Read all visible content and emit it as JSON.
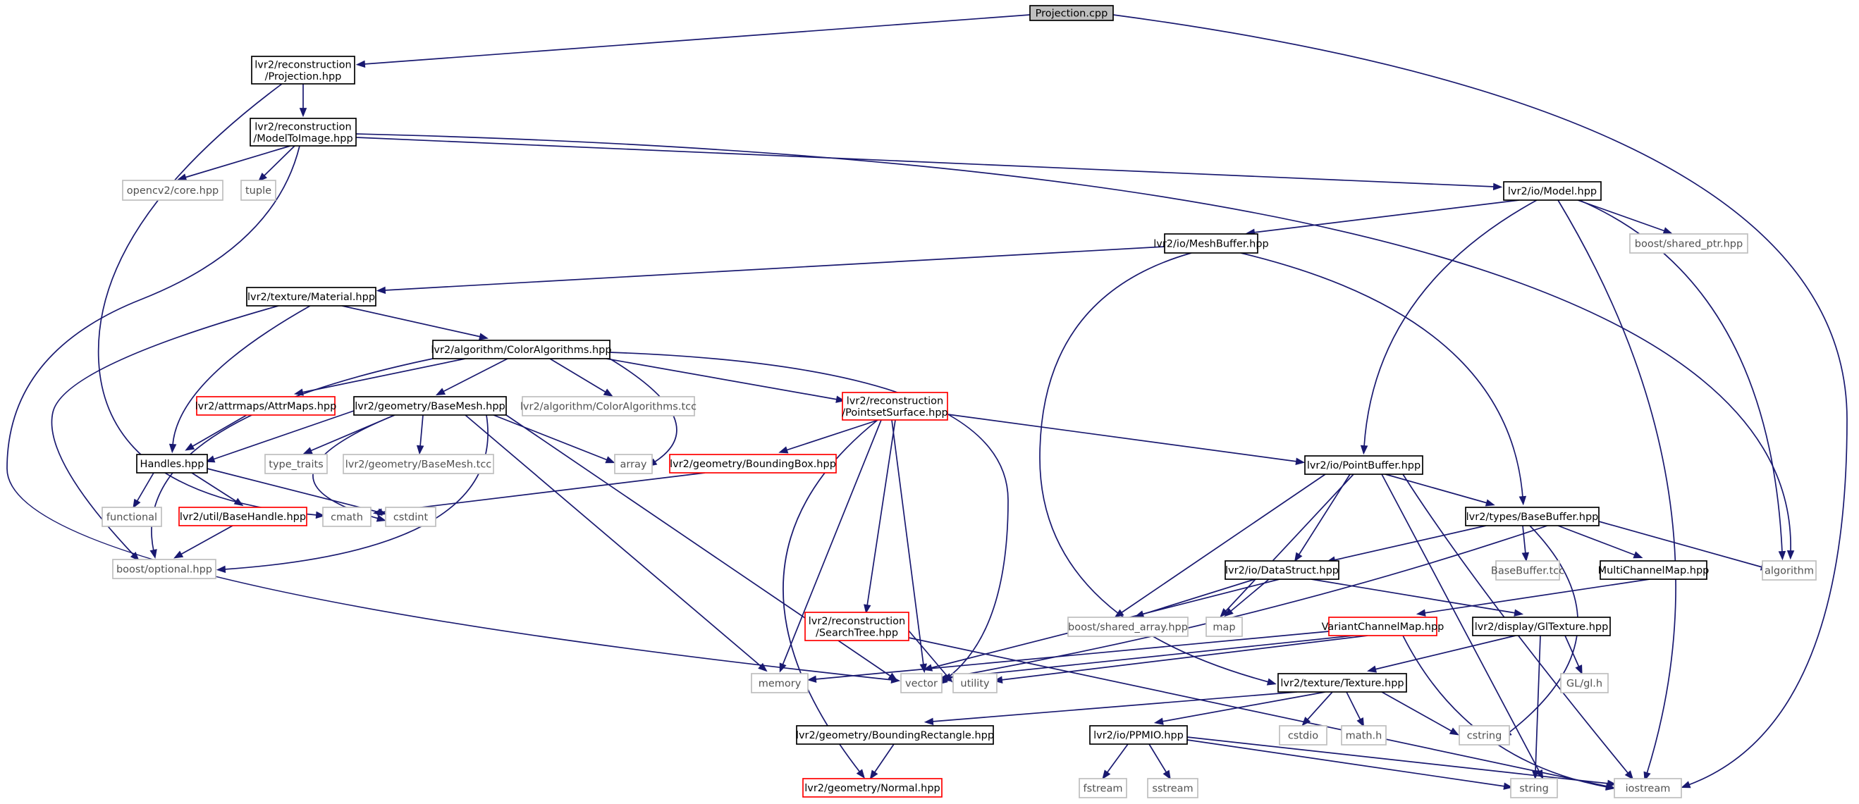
{
  "graph": {
    "nodes": [
      {
        "id": "n_projcpp",
        "kind": "root",
        "lines": [
          "Projection.cpp"
        ]
      },
      {
        "id": "n_projhpp",
        "kind": "std",
        "lines": [
          "lvr2/reconstruction",
          "/Projection.hpp"
        ]
      },
      {
        "id": "n_model2img",
        "kind": "std",
        "lines": [
          "lvr2/reconstruction",
          "/ModelToImage.hpp"
        ]
      },
      {
        "id": "n_opencv",
        "kind": "ext",
        "lines": [
          "opencv2/core.hpp"
        ]
      },
      {
        "id": "n_tuple",
        "kind": "ext",
        "lines": [
          "tuple"
        ]
      },
      {
        "id": "n_model",
        "kind": "std",
        "lines": [
          "lvr2/io/Model.hpp"
        ]
      },
      {
        "id": "n_shared_ptr",
        "kind": "ext",
        "lines": [
          "boost/shared_ptr.hpp"
        ]
      },
      {
        "id": "n_meshbuffer",
        "kind": "std",
        "lines": [
          "lvr2/io/MeshBuffer.hpp"
        ]
      },
      {
        "id": "n_material",
        "kind": "std",
        "lines": [
          "lvr2/texture/Material.hpp"
        ]
      },
      {
        "id": "n_coloralg",
        "kind": "std",
        "lines": [
          "lvr2/algorithm/ColorAlgorithms.hpp"
        ]
      },
      {
        "id": "n_attrmaps",
        "kind": "trunc",
        "lines": [
          "lvr2/attrmaps/AttrMaps.hpp"
        ]
      },
      {
        "id": "n_basemesh",
        "kind": "std",
        "lines": [
          "lvr2/geometry/BaseMesh.hpp"
        ]
      },
      {
        "id": "n_coloralg_tcc",
        "kind": "ext",
        "lines": [
          "lvr2/algorithm/ColorAlgorithms.tcc"
        ]
      },
      {
        "id": "n_pointset",
        "kind": "trunc",
        "lines": [
          "lvr2/reconstruction",
          "/PointsetSurface.hpp"
        ]
      },
      {
        "id": "n_handles",
        "kind": "std",
        "lines": [
          "Handles.hpp"
        ]
      },
      {
        "id": "n_type_traits",
        "kind": "ext",
        "lines": [
          "type_traits"
        ]
      },
      {
        "id": "n_basemesh_tcc",
        "kind": "ext",
        "lines": [
          "lvr2/geometry/BaseMesh.tcc"
        ]
      },
      {
        "id": "n_array",
        "kind": "ext",
        "lines": [
          "array"
        ]
      },
      {
        "id": "n_bbox",
        "kind": "trunc",
        "lines": [
          "lvr2/geometry/BoundingBox.hpp"
        ]
      },
      {
        "id": "n_pointbuffer",
        "kind": "std",
        "lines": [
          "lvr2/io/PointBuffer.hpp"
        ]
      },
      {
        "id": "n_functional",
        "kind": "ext",
        "lines": [
          "functional"
        ]
      },
      {
        "id": "n_basehandle",
        "kind": "trunc",
        "lines": [
          "lvr2/util/BaseHandle.hpp"
        ]
      },
      {
        "id": "n_cmath",
        "kind": "ext",
        "lines": [
          "cmath"
        ]
      },
      {
        "id": "n_cstdint",
        "kind": "ext",
        "lines": [
          "cstdint"
        ]
      },
      {
        "id": "n_optional",
        "kind": "ext",
        "lines": [
          "boost/optional.hpp"
        ]
      },
      {
        "id": "n_basebuffer",
        "kind": "std",
        "lines": [
          "lvr2/types/BaseBuffer.hpp"
        ]
      },
      {
        "id": "n_datastruct",
        "kind": "std",
        "lines": [
          "lvr2/io/DataStruct.hpp"
        ]
      },
      {
        "id": "n_basebuffer_tcc",
        "kind": "ext",
        "lines": [
          "BaseBuffer.tcc"
        ]
      },
      {
        "id": "n_multichannel",
        "kind": "std",
        "lines": [
          "MultiChannelMap.hpp"
        ]
      },
      {
        "id": "n_algorithm",
        "kind": "ext",
        "lines": [
          "algorithm"
        ]
      },
      {
        "id": "n_shared_array",
        "kind": "ext",
        "lines": [
          "boost/shared_array.hpp"
        ]
      },
      {
        "id": "n_map",
        "kind": "ext",
        "lines": [
          "map"
        ]
      },
      {
        "id": "n_variant",
        "kind": "trunc",
        "lines": [
          "VariantChannelMap.hpp"
        ]
      },
      {
        "id": "n_gltexture",
        "kind": "std",
        "lines": [
          "lvr2/display/GlTexture.hpp"
        ]
      },
      {
        "id": "n_searchtree",
        "kind": "trunc",
        "lines": [
          "lvr2/reconstruction",
          "/SearchTree.hpp"
        ]
      },
      {
        "id": "n_memory",
        "kind": "ext",
        "lines": [
          "memory"
        ]
      },
      {
        "id": "n_vector",
        "kind": "ext",
        "lines": [
          "vector"
        ]
      },
      {
        "id": "n_utility",
        "kind": "ext",
        "lines": [
          "utility"
        ]
      },
      {
        "id": "n_texture",
        "kind": "std",
        "lines": [
          "lvr2/texture/Texture.hpp"
        ]
      },
      {
        "id": "n_gl",
        "kind": "ext",
        "lines": [
          "GL/gl.h"
        ]
      },
      {
        "id": "n_boundrect",
        "kind": "std",
        "lines": [
          "lvr2/geometry/BoundingRectangle.hpp"
        ]
      },
      {
        "id": "n_ppmio",
        "kind": "std",
        "lines": [
          "lvr2/io/PPMIO.hpp"
        ]
      },
      {
        "id": "n_cstdio",
        "kind": "ext",
        "lines": [
          "cstdio"
        ]
      },
      {
        "id": "n_math",
        "kind": "ext",
        "lines": [
          "math.h"
        ]
      },
      {
        "id": "n_cstring",
        "kind": "ext",
        "lines": [
          "cstring"
        ]
      },
      {
        "id": "n_normal",
        "kind": "trunc",
        "lines": [
          "lvr2/geometry/Normal.hpp"
        ]
      },
      {
        "id": "n_fstream",
        "kind": "ext",
        "lines": [
          "fstream"
        ]
      },
      {
        "id": "n_sstream",
        "kind": "ext",
        "lines": [
          "sstream"
        ]
      },
      {
        "id": "n_string",
        "kind": "ext",
        "lines": [
          "string"
        ]
      },
      {
        "id": "n_iostream",
        "kind": "ext",
        "lines": [
          "iostream"
        ]
      }
    ],
    "edges": [
      [
        "n_projcpp",
        "n_projhpp"
      ],
      [
        "n_projcpp",
        "n_iostream"
      ],
      [
        "n_projhpp",
        "n_model2img"
      ],
      [
        "n_projhpp",
        "n_cmath"
      ],
      [
        "n_model2img",
        "n_opencv"
      ],
      [
        "n_model2img",
        "n_tuple"
      ],
      [
        "n_model2img",
        "n_model"
      ],
      [
        "n_model2img",
        "n_algorithm"
      ],
      [
        "n_model2img",
        "n_vector"
      ],
      [
        "n_model",
        "n_meshbuffer"
      ],
      [
        "n_model",
        "n_shared_ptr"
      ],
      [
        "n_model",
        "n_pointbuffer"
      ],
      [
        "n_model",
        "n_algorithm"
      ],
      [
        "n_model",
        "n_iostream"
      ],
      [
        "n_meshbuffer",
        "n_material"
      ],
      [
        "n_meshbuffer",
        "n_basebuffer"
      ],
      [
        "n_meshbuffer",
        "n_texture"
      ],
      [
        "n_material",
        "n_coloralg"
      ],
      [
        "n_material",
        "n_handles"
      ],
      [
        "n_material",
        "n_optional"
      ],
      [
        "n_coloralg",
        "n_attrmaps"
      ],
      [
        "n_coloralg",
        "n_basemesh"
      ],
      [
        "n_coloralg",
        "n_coloralg_tcc"
      ],
      [
        "n_coloralg",
        "n_pointset"
      ],
      [
        "n_coloralg",
        "n_array"
      ],
      [
        "n_coloralg",
        "n_optional"
      ],
      [
        "n_coloralg",
        "n_vector"
      ],
      [
        "n_attrmaps",
        "n_handles"
      ],
      [
        "n_basemesh",
        "n_handles"
      ],
      [
        "n_basemesh",
        "n_type_traits"
      ],
      [
        "n_basemesh",
        "n_basemesh_tcc"
      ],
      [
        "n_basemesh",
        "n_array"
      ],
      [
        "n_basemesh",
        "n_cstdint"
      ],
      [
        "n_basemesh",
        "n_optional"
      ],
      [
        "n_basemesh",
        "n_memory"
      ],
      [
        "n_basemesh",
        "n_vector"
      ],
      [
        "n_pointset",
        "n_bbox"
      ],
      [
        "n_pointset",
        "n_pointbuffer"
      ],
      [
        "n_pointset",
        "n_searchtree"
      ],
      [
        "n_pointset",
        "n_memory"
      ],
      [
        "n_pointset",
        "n_normal"
      ],
      [
        "n_pointset",
        "n_vector"
      ],
      [
        "n_handles",
        "n_functional"
      ],
      [
        "n_handles",
        "n_basehandle"
      ],
      [
        "n_handles",
        "n_cstdint"
      ],
      [
        "n_basehandle",
        "n_optional"
      ],
      [
        "n_bbox",
        "n_cmath"
      ],
      [
        "n_pointbuffer",
        "n_basebuffer"
      ],
      [
        "n_pointbuffer",
        "n_datastruct"
      ],
      [
        "n_pointbuffer",
        "n_shared_array"
      ],
      [
        "n_pointbuffer",
        "n_map"
      ],
      [
        "n_pointbuffer",
        "n_string"
      ],
      [
        "n_pointbuffer",
        "n_iostream"
      ],
      [
        "n_basebuffer",
        "n_datastruct"
      ],
      [
        "n_basebuffer",
        "n_basebuffer_tcc"
      ],
      [
        "n_basebuffer",
        "n_multichannel"
      ],
      [
        "n_basebuffer",
        "n_algorithm"
      ],
      [
        "n_basebuffer",
        "n_vector"
      ],
      [
        "n_basebuffer",
        "n_cstring"
      ],
      [
        "n_datastruct",
        "n_shared_array"
      ],
      [
        "n_datastruct",
        "n_map"
      ],
      [
        "n_datastruct",
        "n_gltexture"
      ],
      [
        "n_datastruct",
        "n_vector"
      ],
      [
        "n_multichannel",
        "n_variant"
      ],
      [
        "n_variant",
        "n_memory"
      ],
      [
        "n_variant",
        "n_vector"
      ],
      [
        "n_variant",
        "n_utility"
      ],
      [
        "n_variant",
        "n_iostream"
      ],
      [
        "n_gltexture",
        "n_texture"
      ],
      [
        "n_gltexture",
        "n_gl"
      ],
      [
        "n_gltexture",
        "n_string"
      ],
      [
        "n_searchtree",
        "n_utility"
      ],
      [
        "n_searchtree",
        "n_iostream"
      ],
      [
        "n_texture",
        "n_boundrect"
      ],
      [
        "n_texture",
        "n_ppmio"
      ],
      [
        "n_texture",
        "n_cstdio"
      ],
      [
        "n_texture",
        "n_math"
      ],
      [
        "n_texture",
        "n_cstring"
      ],
      [
        "n_boundrect",
        "n_normal"
      ],
      [
        "n_ppmio",
        "n_fstream"
      ],
      [
        "n_ppmio",
        "n_sstream"
      ],
      [
        "n_ppmio",
        "n_string"
      ],
      [
        "n_ppmio",
        "n_iostream"
      ]
    ]
  }
}
